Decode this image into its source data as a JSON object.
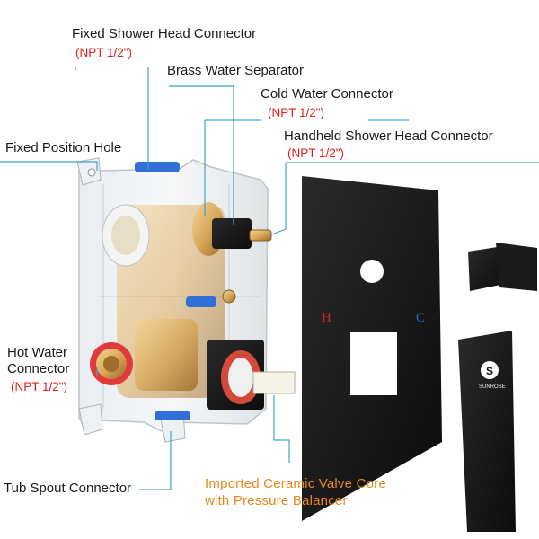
{
  "labels": {
    "fixed_shower": {
      "name": "Fixed Shower Head Connector",
      "spec": "(NPT 1/2\")"
    },
    "brass_separator": {
      "name": "Brass Water Separator"
    },
    "cold_water": {
      "name": "Cold Water Connector",
      "spec": "(NPT 1/2\")"
    },
    "fixed_hole": {
      "name": "Fixed Position Hole"
    },
    "handheld": {
      "name": "Handheld Shower Head Connector",
      "spec": "(NPT 1/2\")"
    },
    "hot_water": {
      "line1": "Hot Water",
      "line2": "Connector",
      "spec": "(NPT 1/2\")"
    },
    "tub_spout": {
      "name": "Tub Spout Connector"
    },
    "valve_core": {
      "line1": "Imported Ceramic Valve Core",
      "line2": "with Pressure Balancer"
    }
  },
  "trim_plate": {
    "hot_mark": "H",
    "cold_mark": "C"
  },
  "handle": {
    "brand": "SUNROSE"
  },
  "colors": {
    "accent_line": "#3aa7c9",
    "spec_red": "#e0201a",
    "orange_text": "#e8871e",
    "matte_black": "#141414"
  }
}
